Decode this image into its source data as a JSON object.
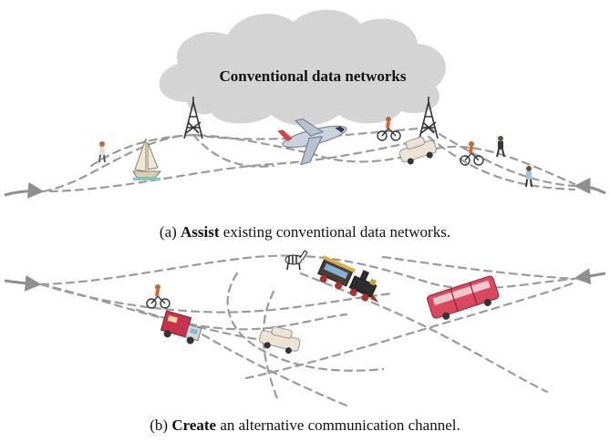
{
  "panel_a": {
    "cloud_label": "Conventional data networks",
    "caption_prefix": "(a) ",
    "caption_bold": "Assist",
    "caption_rest": " existing conventional data networks."
  },
  "panel_b": {
    "caption_prefix": "(b) ",
    "caption_bold": "Create",
    "caption_rest": " an alternative communication channel."
  },
  "colors": {
    "cloud": "#d4d4d4",
    "route": "#9a9a9a",
    "arrow": "#8f8f8f",
    "bus": "#d9485f",
    "truck": "#c8324c",
    "train": "#3a2f2a"
  }
}
